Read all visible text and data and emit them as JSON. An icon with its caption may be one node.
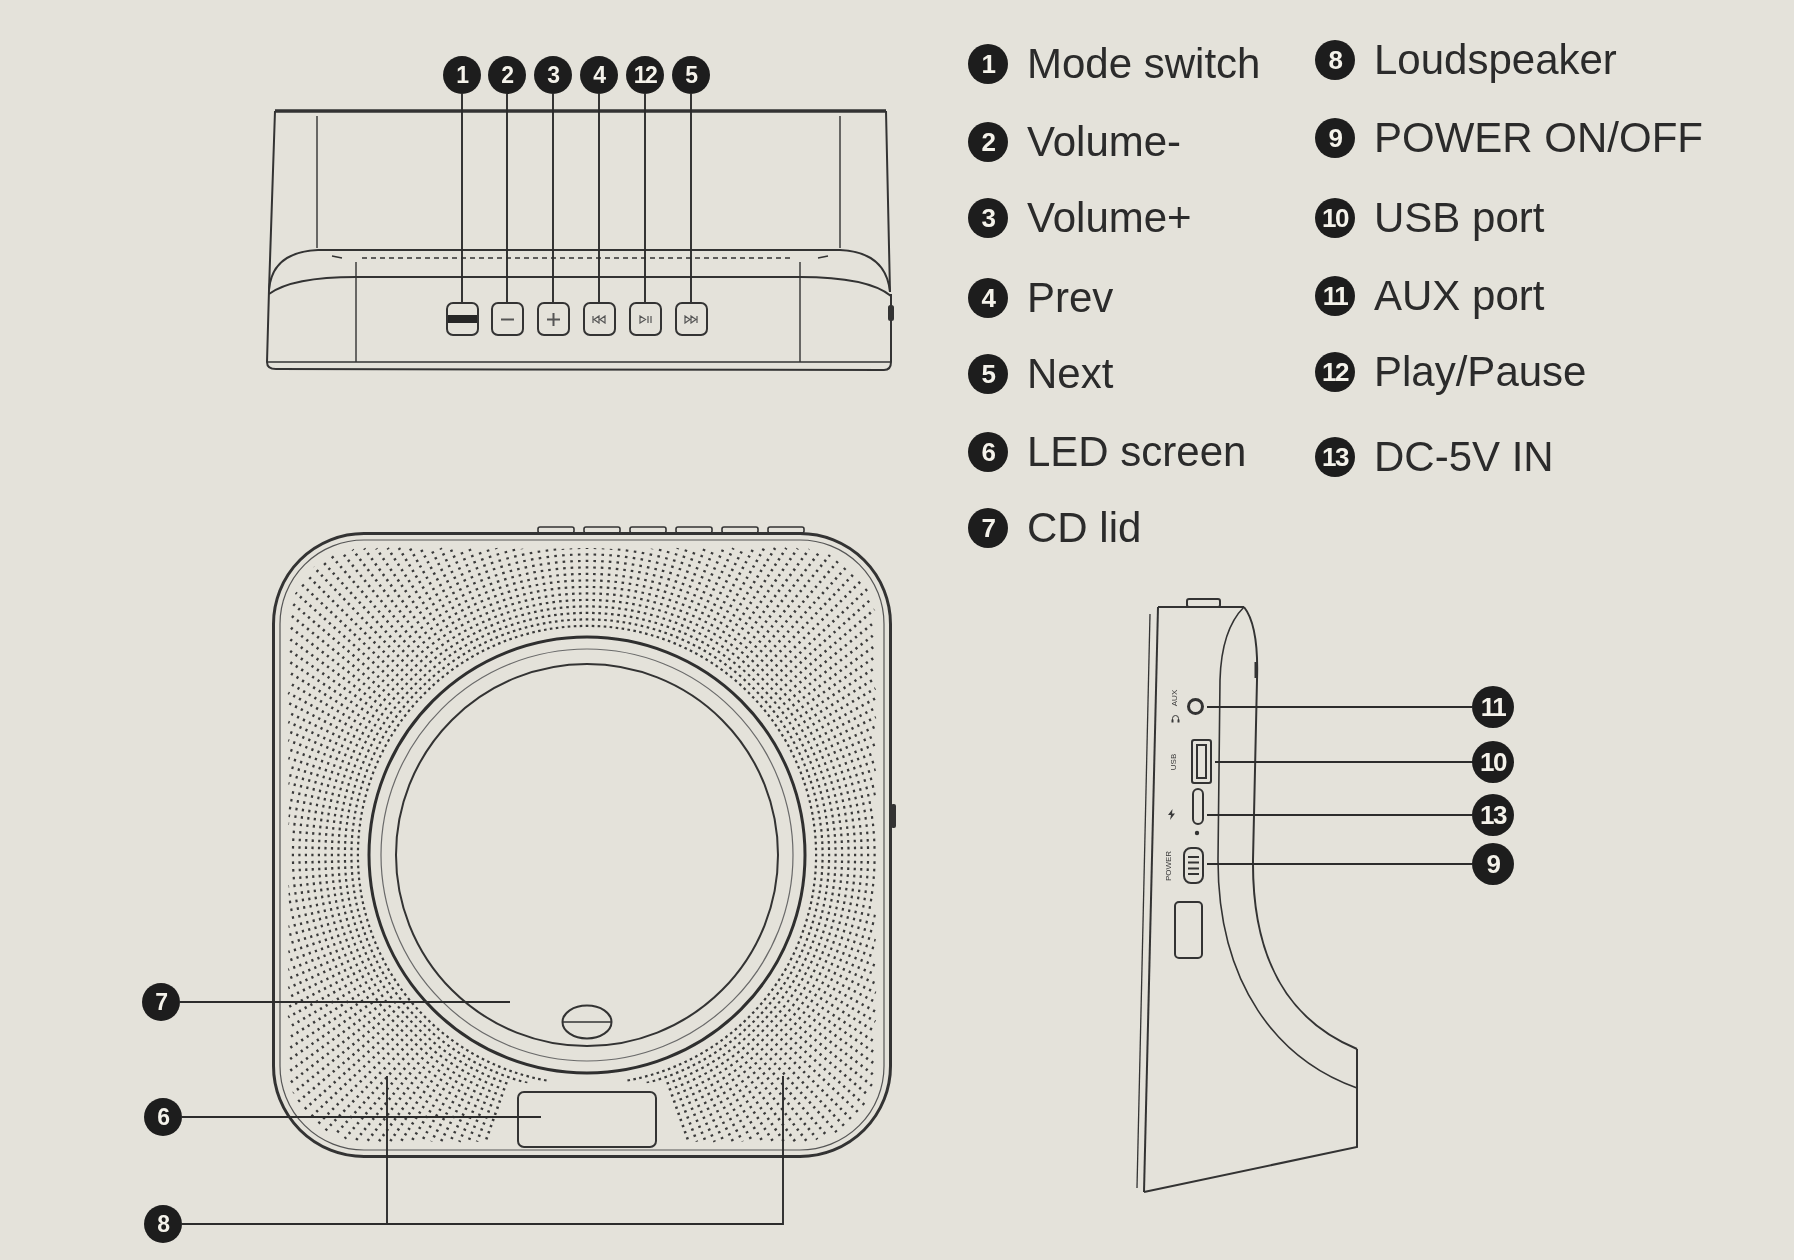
{
  "diagram": {
    "nodes": [
      {
        "text": [
          "1"
        ]
      },
      {
        "text": [
          "2"
        ]
      },
      {
        "text": [
          "3"
        ]
      },
      {
        "text": [
          "4"
        ]
      },
      {
        "text": [
          "12"
        ]
      },
      {
        "text": [
          "5"
        ]
      },
      {
        "text": [],
        "shape": "box"
      },
      {
        "text": [],
        "shape": "box"
      },
      {
        "text": [],
        "shape": "box"
      },
      {
        "text": [],
        "shape": "box"
      },
      {
        "text": [],
        "shape": "box"
      },
      {
        "text": [],
        "shape": "box"
      },
      {
        "text": [
          "7"
        ]
      },
      {
        "text": [
          "6"
        ]
      },
      {
        "text": [
          "8"
        ]
      },
      {
        "text": [],
        "shape": "box"
      },
      {
        "text": [],
        "shape": "circle",
        "in": 15
      },
      {
        "text": [],
        "shape": "box",
        "in": 15
      },
      {
        "text": [
          "11"
        ]
      },
      {
        "text": [
          "10"
        ]
      },
      {
        "text": [
          "13"
        ]
      },
      {
        "text": [
          "9"
        ]
      },
      {
        "text": [],
        "shape": "circle"
      },
      {
        "text": [],
        "shape": "box"
      },
      {
        "text": [],
        "shape": "box"
      },
      {
        "text": [],
        "shape": "box"
      },
      {
        "text": [
          "1"
        ],
        "beside": [
          "Mode switch"
        ]
      },
      {
        "text": [
          "2"
        ],
        "beside": [
          "Volume-"
        ]
      },
      {
        "text": [
          "3"
        ],
        "beside": [
          "Volume+"
        ]
      },
      {
        "text": [
          "4"
        ],
        "beside": [
          "Prev"
        ]
      },
      {
        "text": [
          "5"
        ],
        "beside": [
          "Next"
        ]
      },
      {
        "text": [
          "6"
        ],
        "beside": [
          "LED screen"
        ]
      },
      {
        "text": [
          "7"
        ],
        "beside": [
          "CD lid"
        ]
      },
      {
        "text": [
          "8"
        ],
        "beside": [
          "Loudspeaker"
        ]
      },
      {
        "text": [
          "9"
        ],
        "beside": [
          "POWER ON/OFF"
        ]
      },
      {
        "text": [
          "10"
        ],
        "beside": [
          "USB port"
        ]
      },
      {
        "text": [
          "11"
        ],
        "beside": [
          "AUX port"
        ]
      },
      {
        "text": [
          "12"
        ],
        "beside": [
          "Play/Pause"
        ]
      },
      {
        "text": [
          "13"
        ],
        "beside": [
          "DC-5V IN"
        ]
      }
    ],
    "edges": [
      {
        "from": 0,
        "to": 6,
        "arrow": "none"
      },
      {
        "from": 1,
        "to": 7,
        "arrow": "none"
      },
      {
        "from": 2,
        "to": 8,
        "arrow": "none"
      },
      {
        "from": 3,
        "to": 9,
        "arrow": "none"
      },
      {
        "from": 4,
        "to": 10,
        "arrow": "none"
      },
      {
        "from": 5,
        "to": 11,
        "arrow": "none"
      },
      {
        "from": 12,
        "to": 16,
        "arrow": "none"
      },
      {
        "from": 13,
        "to": 17,
        "arrow": "none"
      },
      {
        "from": 14,
        "to": 15,
        "arrow": "none"
      },
      {
        "from": 14,
        "to": 15,
        "arrow": "none"
      },
      {
        "from": 18,
        "to": 22,
        "arrow": "none"
      },
      {
        "from": 19,
        "to": 23,
        "arrow": "none"
      },
      {
        "from": 20,
        "to": 24,
        "arrow": "none"
      },
      {
        "from": 21,
        "to": 25,
        "arrow": "none"
      }
    ],
    "labels": [
      "AUX",
      "USB",
      "POWER"
    ]
  }
}
